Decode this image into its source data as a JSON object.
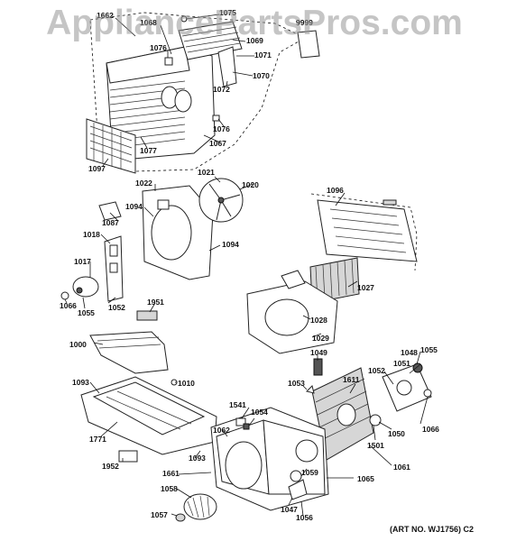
{
  "watermark": "AppliancePartsPros.com",
  "art_number": "(ART NO. WJ1756) C2",
  "part_numbers": [
    "1662",
    "1068",
    "1075",
    "1069",
    "9999",
    "1076",
    "1071",
    "1070",
    "1072",
    "1076",
    "1067",
    "1077",
    "1097",
    "1021",
    "1020",
    "1022",
    "1094",
    "1087",
    "1018",
    "1094",
    "1017",
    "1066",
    "1055",
    "1052",
    "1951",
    "1000",
    "1093",
    "1010",
    "1771",
    "1952",
    "1096",
    "1027",
    "1028",
    "1029",
    "1049",
    "1048",
    "1055",
    "1051",
    "1052",
    "1053",
    "1611",
    "1541",
    "1054",
    "1050",
    "1501",
    "1066",
    "1062",
    "1093",
    "1661",
    "1059",
    "1061",
    "1065",
    "1058",
    "1047",
    "1056",
    "1057"
  ]
}
